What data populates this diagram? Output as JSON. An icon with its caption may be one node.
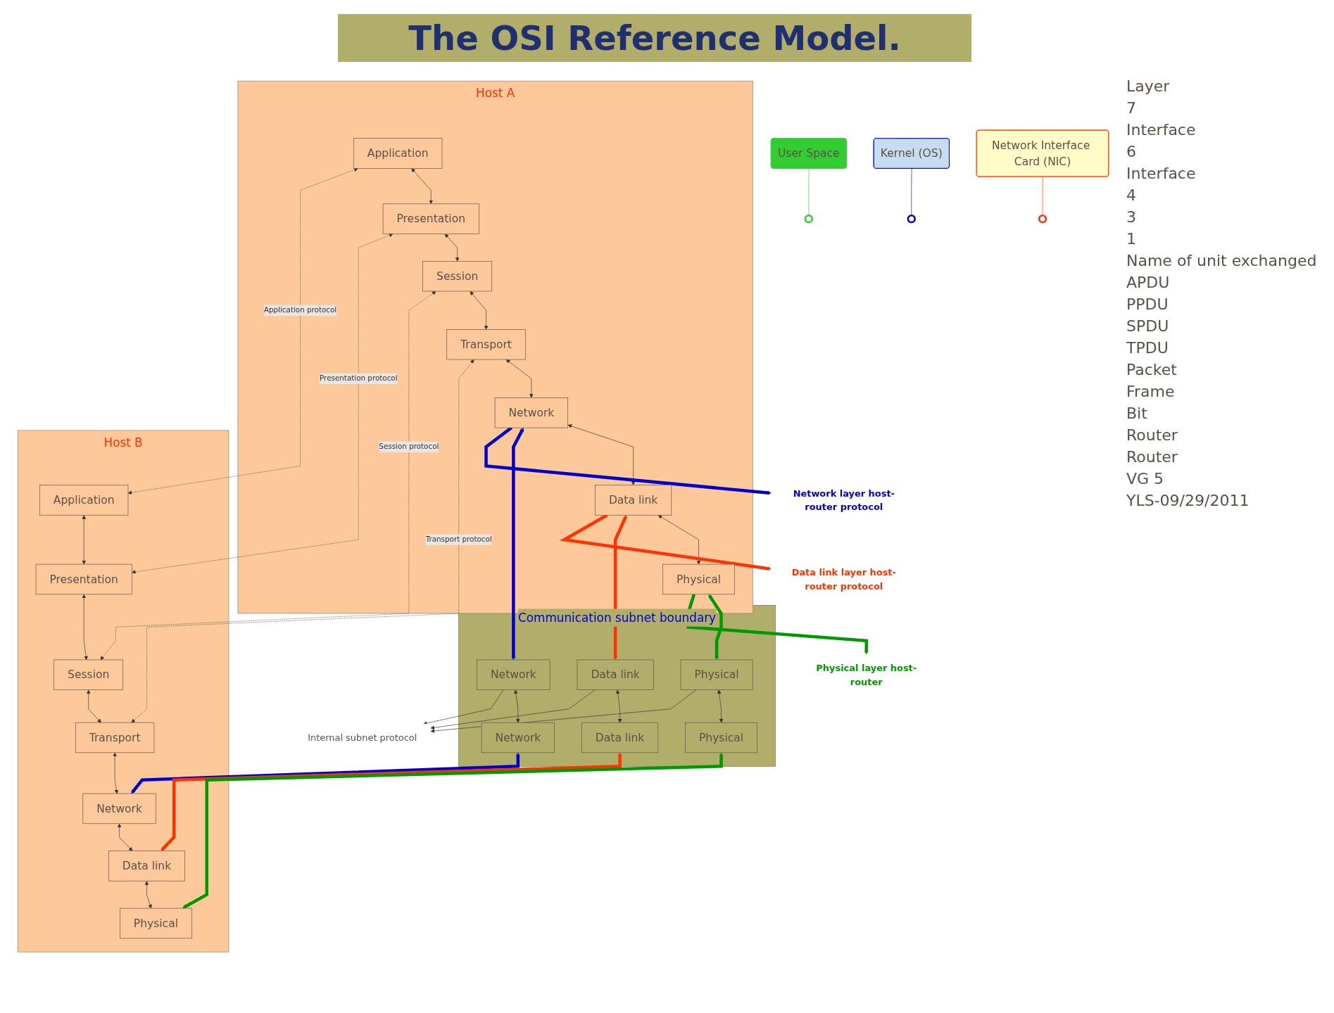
{
  "diagram": {
    "title": "The OSI Reference Model.",
    "nodes": [
      {
        "text": [
          "Host A"
        ]
      },
      {
        "text": [
          "Application"
        ],
        "in": 0
      },
      {
        "text": [
          "Presentation"
        ],
        "in": 0
      },
      {
        "text": [
          "Session"
        ],
        "in": 0
      },
      {
        "text": [
          "Transport"
        ],
        "in": 0
      },
      {
        "text": [
          "Network"
        ],
        "in": 0
      },
      {
        "text": [
          "Data link"
        ],
        "in": 0
      },
      {
        "text": [
          "Physical"
        ],
        "in": 0
      },
      {
        "text": [
          "Communication subnet boundary"
        ]
      },
      {
        "text": [
          "Network"
        ],
        "in": 8
      },
      {
        "text": [
          "Data link"
        ],
        "in": 8
      },
      {
        "text": [
          "Physical"
        ],
        "in": 8
      },
      {
        "text": [
          "Network"
        ],
        "in": 8
      },
      {
        "text": [
          "Data link"
        ],
        "in": 8
      },
      {
        "text": [
          "Physical"
        ],
        "in": 8
      },
      {
        "text": [
          "Host B"
        ]
      },
      {
        "text": [
          "Application"
        ],
        "in": 15
      },
      {
        "text": [
          "Presentation"
        ],
        "in": 15
      },
      {
        "text": [
          "Session"
        ],
        "in": 15
      },
      {
        "text": [
          "Transport"
        ],
        "in": 15
      },
      {
        "text": [
          "Network"
        ],
        "in": 15
      },
      {
        "text": [
          "Data link"
        ],
        "in": 15
      },
      {
        "text": [
          "Physical"
        ],
        "in": 15
      },
      {
        "text": [
          "Internal subnet protocol"
        ]
      },
      {
        "text": [
          "Network layer host-router protocol"
        ]
      },
      {
        "text": [
          "Data link layer host-router protocol"
        ]
      },
      {
        "text": [
          "Physical layer host-router"
        ]
      },
      {
        "text": [
          "User Space"
        ]
      },
      {
        "text": [],
        "shape": "circle"
      },
      {
        "text": [
          "Kernel (OS)"
        ]
      },
      {
        "text": [],
        "shape": "circle"
      },
      {
        "text": [
          "Network Interface Card (NIC)"
        ]
      },
      {
        "text": [],
        "shape": "circle"
      }
    ],
    "edges": [
      {
        "from": 1,
        "to": 2,
        "arrow": "both"
      },
      {
        "from": 2,
        "to": 3,
        "arrow": "both"
      },
      {
        "from": 3,
        "to": 4,
        "arrow": "both"
      },
      {
        "from": 4,
        "to": 5,
        "arrow": "both"
      },
      {
        "from": 5,
        "to": 6,
        "arrow": "both"
      },
      {
        "from": 6,
        "to": 7,
        "arrow": "both"
      },
      {
        "from": 1,
        "to": 16,
        "arrow": "both",
        "label": "Application protocol",
        "style": "dashed"
      },
      {
        "from": 2,
        "to": 17,
        "arrow": "both",
        "label": "Presentation protocol",
        "style": "dashed"
      },
      {
        "from": 3,
        "to": 18,
        "arrow": "both",
        "label": "Session protocol",
        "style": "dashed"
      },
      {
        "from": 4,
        "to": 19,
        "arrow": "both",
        "label": "Transport protocol",
        "style": "dashed"
      },
      {
        "from": 5,
        "to": 9,
        "arrow": "both",
        "style": "thick",
        "color": "#0000cc"
      },
      {
        "from": 6,
        "to": 10,
        "arrow": "both",
        "style": "thick",
        "color": "#ff3300"
      },
      {
        "from": 7,
        "to": 11,
        "arrow": "both",
        "style": "thick",
        "color": "#009900"
      },
      {
        "from": 5,
        "to": 24,
        "arrow": "to",
        "style": "thick",
        "color": "#0000cc"
      },
      {
        "from": 6,
        "to": 25,
        "arrow": "to",
        "style": "thick",
        "color": "#ff3300"
      },
      {
        "from": 7,
        "to": 26,
        "arrow": "to",
        "style": "thick",
        "color": "#009900"
      },
      {
        "from": 9,
        "to": 12,
        "arrow": "both"
      },
      {
        "from": 10,
        "to": 13,
        "arrow": "both"
      },
      {
        "from": 11,
        "to": 14,
        "arrow": "both"
      },
      {
        "from": 9,
        "to": 23,
        "arrow": "to"
      },
      {
        "from": 10,
        "to": 23,
        "arrow": "to"
      },
      {
        "from": 11,
        "to": 23,
        "arrow": "to"
      },
      {
        "from": 12,
        "to": 20,
        "arrow": "both",
        "style": "thick",
        "color": "#0000cc"
      },
      {
        "from": 13,
        "to": 21,
        "arrow": "both",
        "style": "thick",
        "color": "#ff3300"
      },
      {
        "from": 14,
        "to": 22,
        "arrow": "both",
        "style": "thick",
        "color": "#009900"
      },
      {
        "from": 16,
        "to": 17,
        "arrow": "both"
      },
      {
        "from": 17,
        "to": 18,
        "arrow": "both"
      },
      {
        "from": 18,
        "to": 19,
        "arrow": "both"
      },
      {
        "from": 19,
        "to": 20,
        "arrow": "both"
      },
      {
        "from": 20,
        "to": 21,
        "arrow": "both"
      },
      {
        "from": 21,
        "to": 22,
        "arrow": "both"
      },
      {
        "from": 27,
        "to": 28,
        "arrow": "none",
        "color": "#33cc33"
      },
      {
        "from": 29,
        "to": 30,
        "arrow": "none",
        "color": "#0000cc"
      },
      {
        "from": 31,
        "to": 32,
        "arrow": "none",
        "color": "#ff3300"
      }
    ],
    "labels": [
      "Layer",
      "7",
      "Interface",
      "6",
      "Interface",
      "4",
      "3",
      "1",
      "Name of unit exchanged",
      "APDU",
      "PPDU",
      "SPDU",
      "TPDU",
      "Packet",
      "Frame",
      "Bit",
      "Router",
      "Router",
      "VG 5",
      "YLS-09/29/2011"
    ]
  }
}
